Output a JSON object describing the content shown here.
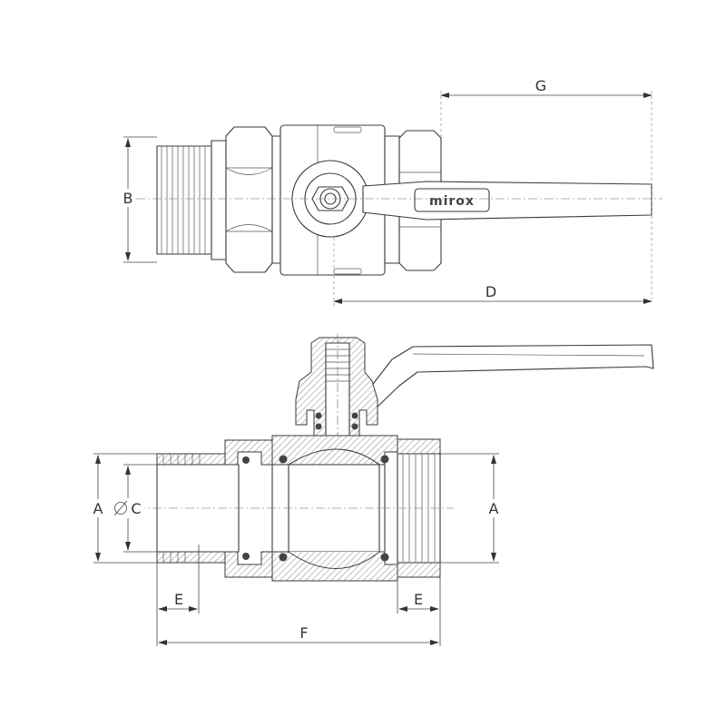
{
  "labels": {
    "A_left": "A",
    "C_diameter": "C",
    "A_right": "A",
    "B": "B",
    "D": "D",
    "G": "G",
    "E_left": "E",
    "E_right": "E",
    "F": "F",
    "brand": "mirox"
  },
  "icons": {
    "diameter": "diameter-symbol"
  }
}
